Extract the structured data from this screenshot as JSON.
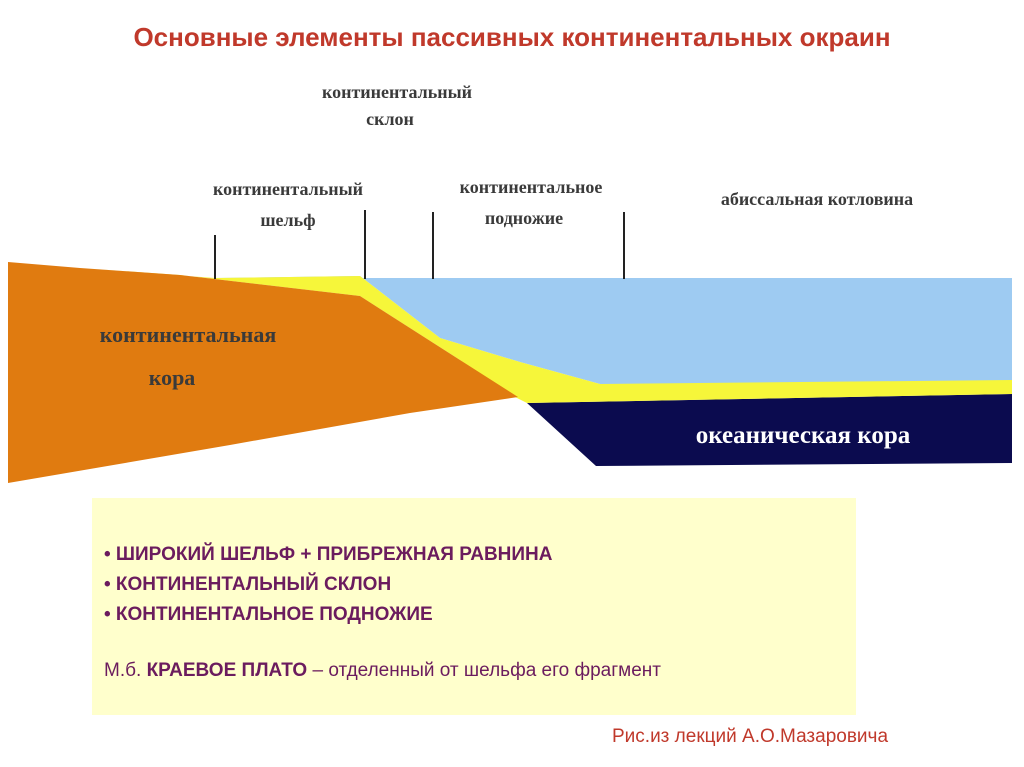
{
  "title": "Основные элементы пассивных континентальных окраин",
  "diagram": {
    "labels": {
      "slope_line1": "континентальный",
      "slope_line2": "склон",
      "shelf_line1": "континентальный",
      "shelf_line2": "шельф",
      "rise_line1": "континентальное",
      "rise_line2": "подножие",
      "abyssal": "абиссальная котловина",
      "crust_line1": "континентальная",
      "crust_line2": "кора",
      "oceanic_crust": "океаническая кора"
    },
    "colors": {
      "continental_crust": "#e07b10",
      "sediments": "#f6f63a",
      "water": "#9ecbf2",
      "oceanic_crust": "#0b0b4f",
      "labels": "#3a3a3a"
    }
  },
  "summary": {
    "bullets": [
      "• ШИРОКИЙ ШЕЛЬФ + ПРИБРЕЖНАЯ РАВНИНА",
      "• КОНТИНЕНТАЛЬНЫЙ СКЛОН",
      "• КОНТИНЕНТАЛЬНОЕ ПОДНОЖИЕ"
    ],
    "note_prefix": "М.б.",
    "note_bold": "КРАЕВОЕ ПЛАТО",
    "note_rest": "– отделенный от шельфа его фрагмент",
    "background": "#ffffcc",
    "text_color": "#6b1c5e"
  },
  "credit": "Рис.из лекций А.О.Мазаровича"
}
